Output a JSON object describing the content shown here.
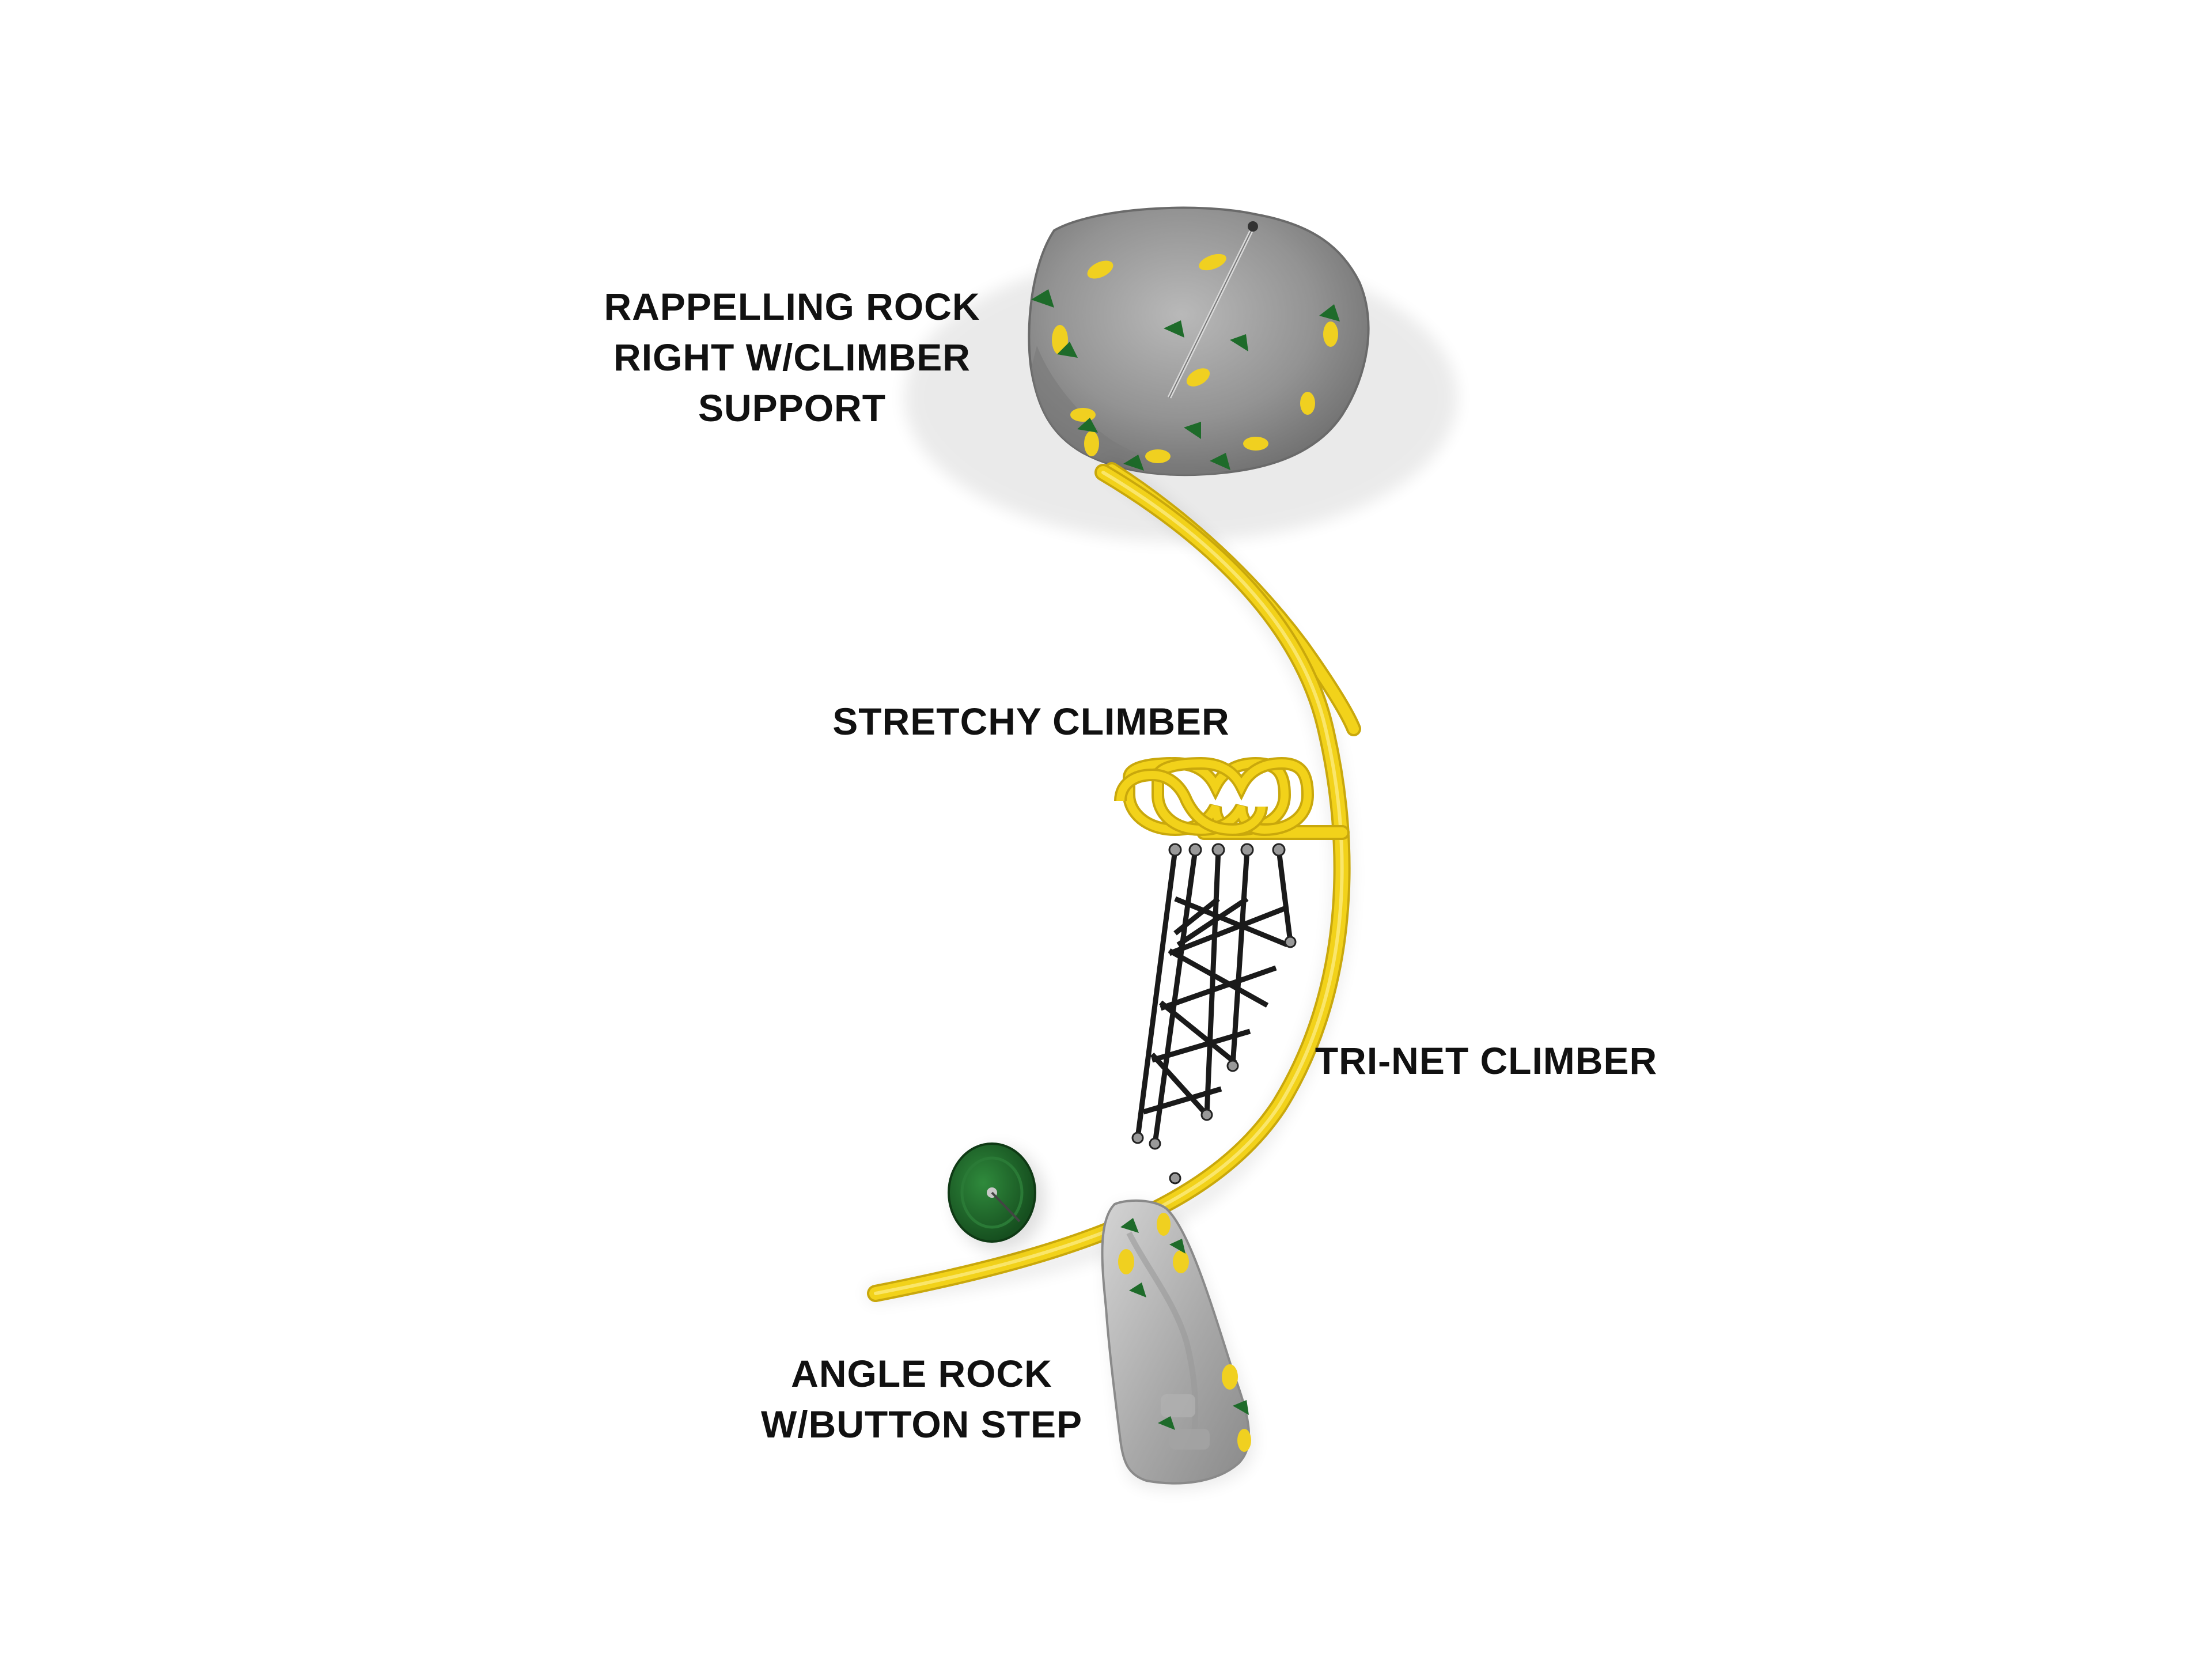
{
  "labels": {
    "rappelling_rock": {
      "line1": "RAPPELLING ROCK",
      "line2": "RIGHT W/CLIMBER",
      "line3": "SUPPORT"
    },
    "stretchy_climber": {
      "line1": "STRETCHY CLIMBER"
    },
    "tri_net_climber": {
      "line1": "TRI-NET CLIMBER"
    },
    "angle_rock": {
      "line1": "ANGLE ROCK",
      "line2": "W/BUTTON STEP"
    }
  },
  "colors": {
    "background": "#ffffff",
    "frame_yellow": "#f2d21a",
    "frame_yellow_shade": "#c9a80c",
    "rock_gray": "#8e8e8e",
    "rock_gray_light": "#c8c8c8",
    "hold_green": "#1e6b2a",
    "hold_yellow": "#f0d020",
    "net_black": "#1a1a1a",
    "label_text": "#111111"
  }
}
